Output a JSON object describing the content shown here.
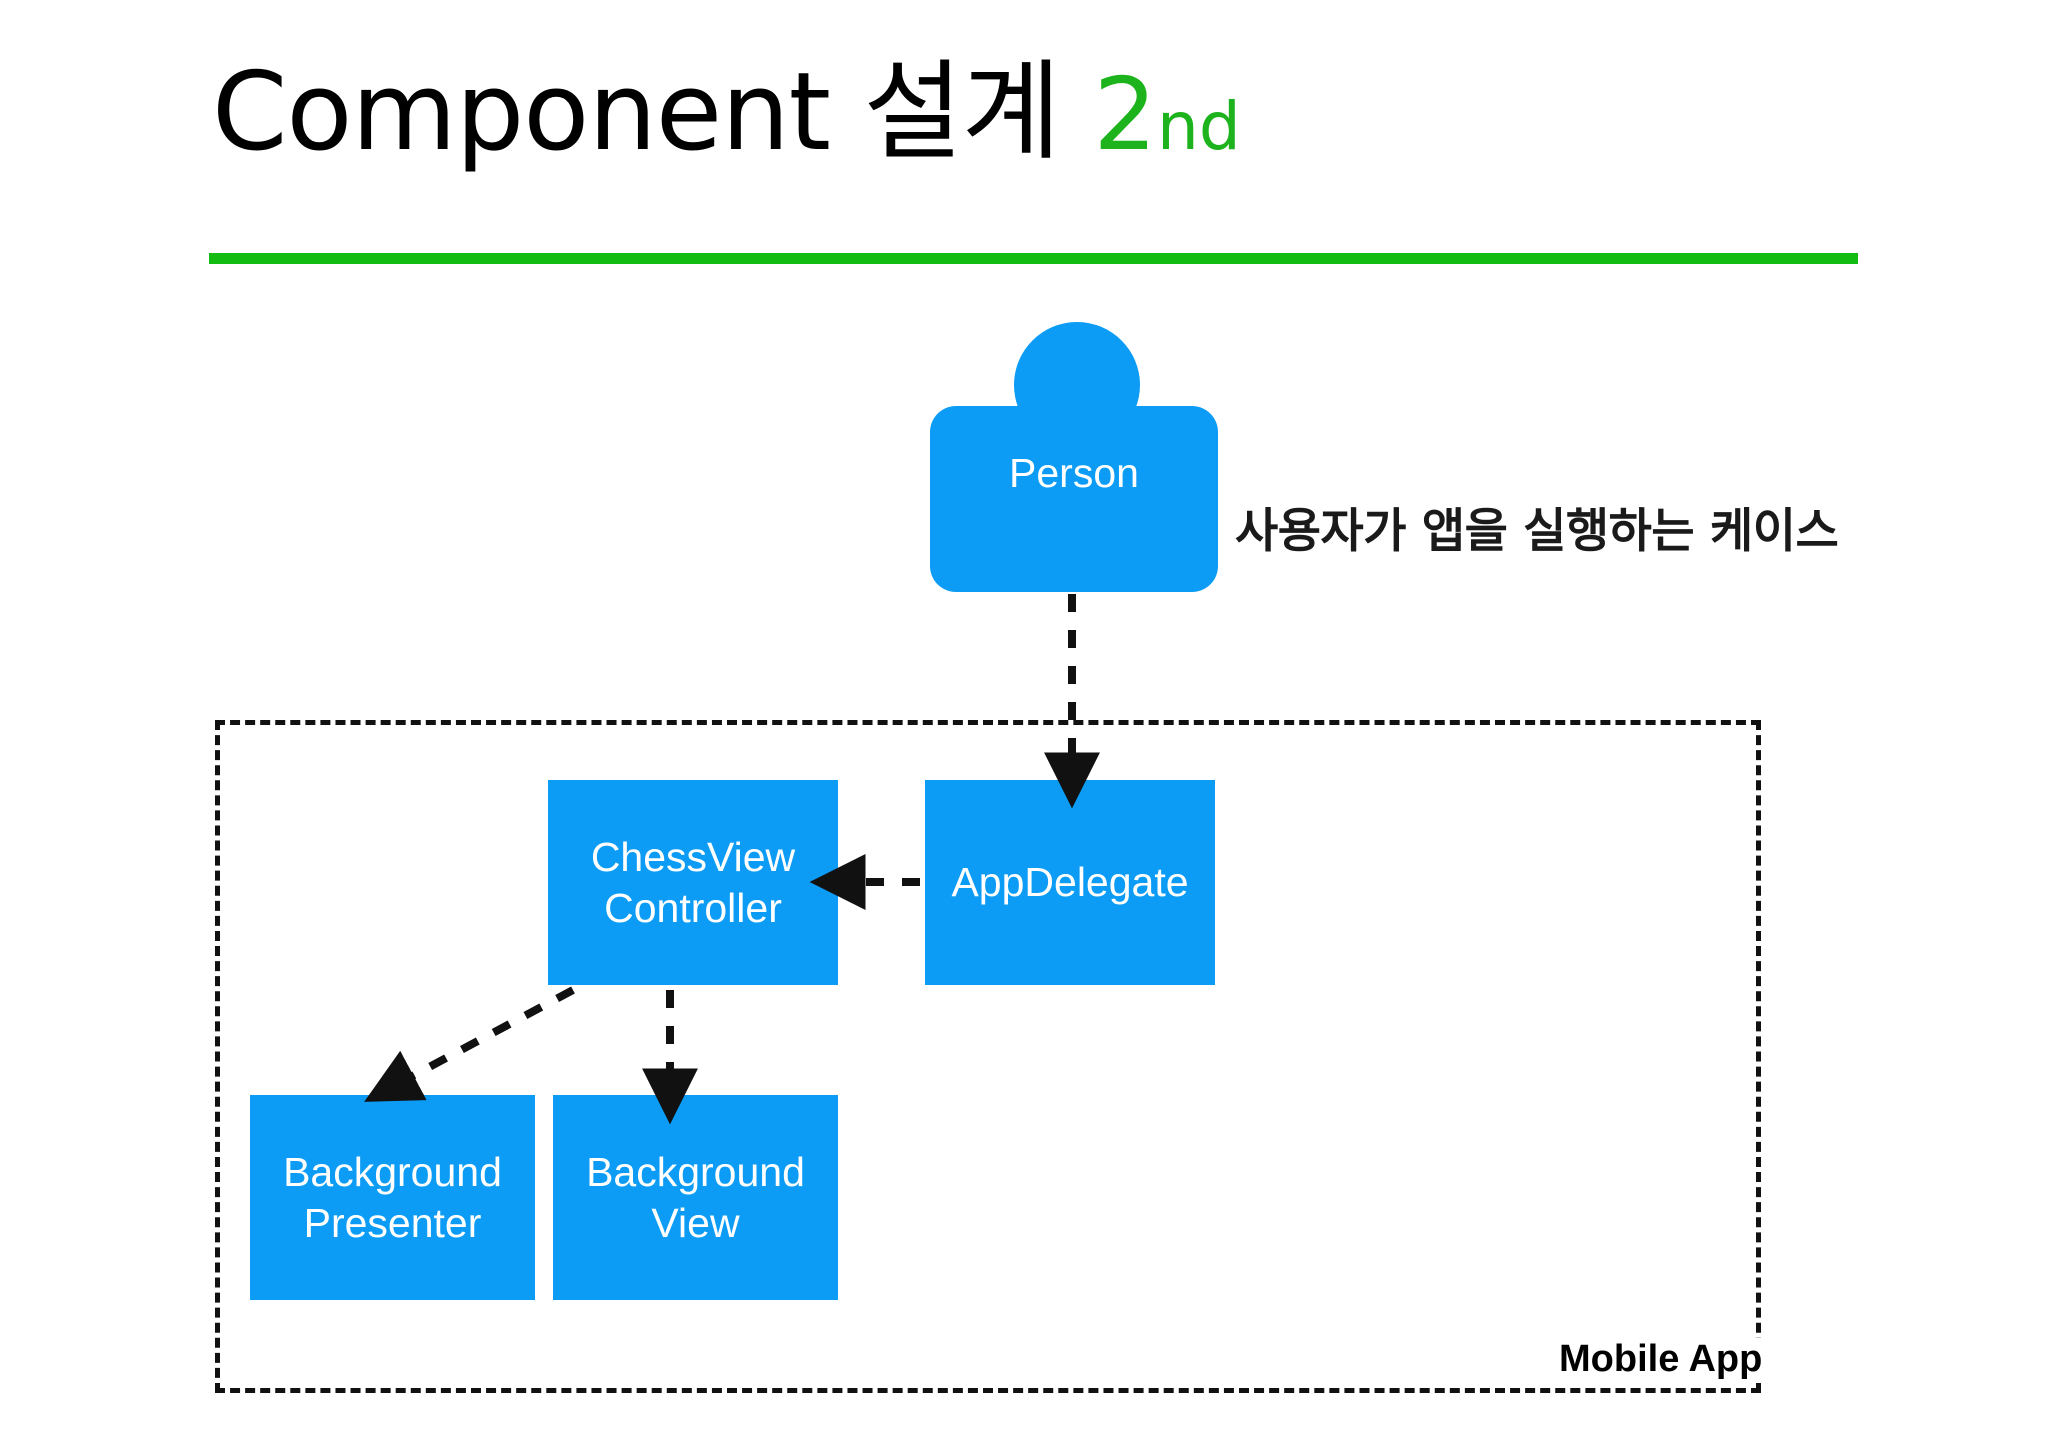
{
  "slide": {
    "background_color": "#ffffff",
    "accent_green": "#12BC12",
    "accent_blue": "#0C9CF5",
    "title": {
      "main_text": "Component 설계 ",
      "ordinal_number": "2",
      "ordinal_suffix": "nd"
    },
    "rule": {
      "color": "#12BC12"
    }
  },
  "diagram": {
    "type": "component-diagram",
    "actor": {
      "label": "Person",
      "shape": "person-actor",
      "color": "#0C9CF5"
    },
    "caption": "사용자가 앱을 실행하는 케이스",
    "boundary": {
      "label": "Mobile App",
      "style": "dashed"
    },
    "components": [
      {
        "id": "chessviewcontroller",
        "line1": "ChessView",
        "line2": "Controller",
        "color": "#0C9CF5"
      },
      {
        "id": "appdelegate",
        "line1": "AppDelegate",
        "line2": "",
        "color": "#0C9CF5"
      },
      {
        "id": "backgroundpresenter",
        "line1": "Background",
        "line2": "Presenter",
        "color": "#0C9CF5"
      },
      {
        "id": "backgroundview",
        "line1": "Background",
        "line2": "View",
        "color": "#0C9CF5"
      }
    ],
    "connections": [
      {
        "from": "Person",
        "to": "AppDelegate",
        "style": "dashed-arrow",
        "direction": "down"
      },
      {
        "from": "AppDelegate",
        "to": "ChessViewController",
        "style": "dashed-arrow",
        "direction": "left"
      },
      {
        "from": "ChessViewController",
        "to": "BackgroundPresenter",
        "style": "dashed-arrow",
        "direction": "down-left"
      },
      {
        "from": "ChessViewController",
        "to": "BackgroundView",
        "style": "dashed-arrow",
        "direction": "down"
      }
    ]
  }
}
